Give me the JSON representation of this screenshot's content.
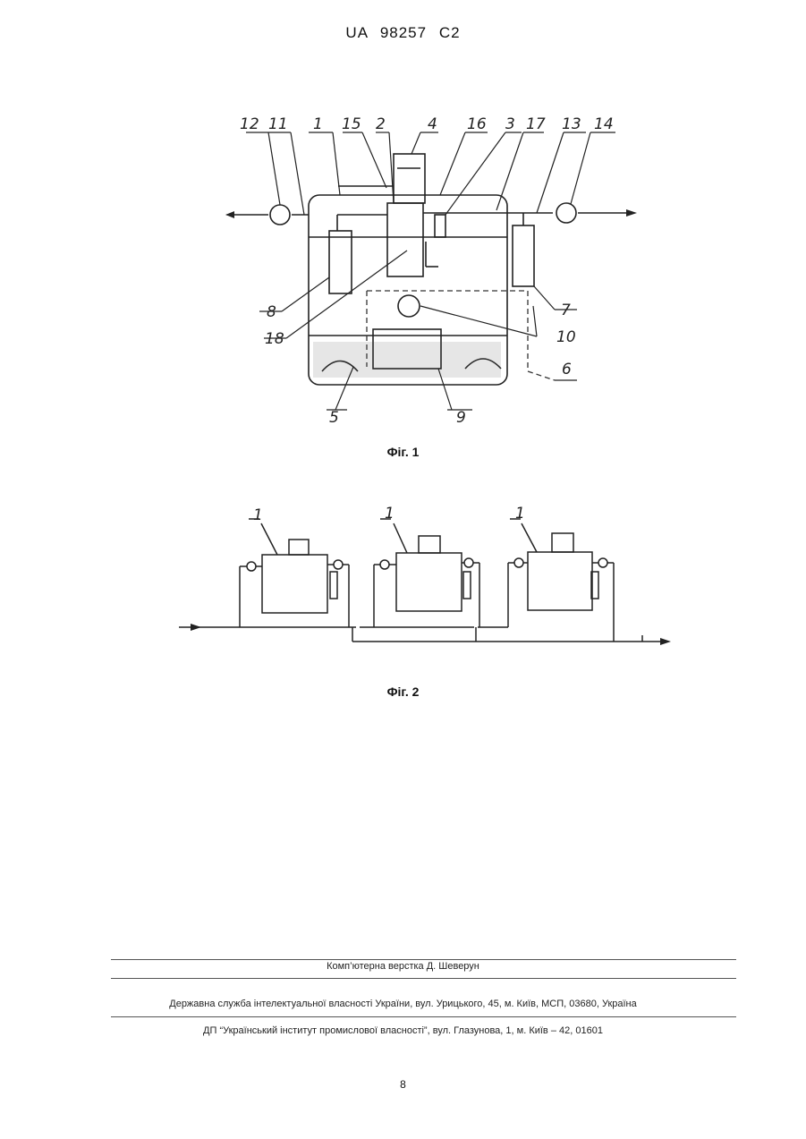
{
  "header": {
    "patent_code": "UA   98257   C2"
  },
  "figure1": {
    "caption": "Фіг. 1",
    "labels": [
      "12",
      "11",
      "1",
      "15",
      "2",
      "4",
      "16",
      "3",
      "17",
      "13",
      "14",
      "8",
      "18",
      "7",
      "10",
      "6",
      "5",
      "9"
    ]
  },
  "figure2": {
    "caption": "Фіг. 2",
    "labels": [
      "1",
      "1",
      "1"
    ]
  },
  "footer": {
    "layout_credit": "Комп’ютерна верстка Д. Шеверун",
    "agency": "Державна служба інтелектуальної власності України, вул. Урицького, 45, м. Київ, МСП, 03680, Україна",
    "institute": "ДП “Український інститут промислової власності”, вул. Глазунова, 1, м. Київ – 42, 01601"
  },
  "page": {
    "number": "8"
  }
}
